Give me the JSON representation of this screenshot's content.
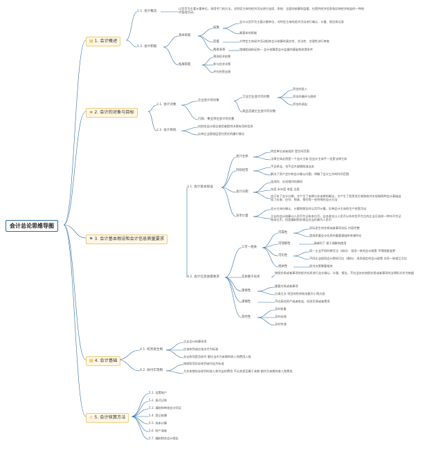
{
  "root": "会计总论思维导图",
  "s1": {
    "title": "1. 会计概述",
    "c1": "1.1. 会计概念",
    "c1_text": "以货币为主要计量单位，采用专门的方法，对特定主体的经济活动进行连续、系统、全面的核算和监督，在提供经济信息和反映经济效益的一种经济管理活动。",
    "c2": "1.2. 会计职能",
    "basic": "基本职能",
    "hesuan": "核算",
    "hesuan_t1": "会计以货币为主要计量单位，对特定主体的经济活动进行确认、计量、报告和记录",
    "hesuan_t2": "最基本的职能",
    "jiandu": "监督",
    "jiandu_t": "对特定主体经济活动相关会计核算的真实性、合法性、合理性进行审查",
    "relation": "两者关系",
    "relation_t": "相辅相成辩证统一 会计核算是会计监督的基础和前提条件",
    "expand": "拓展职能",
    "e1": "预测经济前景",
    "e2": "参与经济决策",
    "e3": "评价经营业绩"
  },
  "s2": {
    "title": "2. 会计的对象与目标",
    "c1": "2.1. 会计对象",
    "c1_a": "企业会计的对象",
    "c1_a1": "工业企业会计的对象",
    "c1_a1_1": "资金的投入",
    "c1_a1_2": "资金的循环与周转",
    "c1_a1_3": "资金的退出",
    "c1_a2": "商品流通企业会计的对象",
    "c1_b": "行政、事业单位会计的对象",
    "c2": "2.2. 会计目标",
    "c2_1": "向财务会计报告使用者提供决策有用的信息",
    "c2_2": "反映企业管理层受托责任的履行情况"
  },
  "s3": {
    "title": "3. 会计基本假设和会计信息质量要求",
    "c1": "3.1. 会计基本假设",
    "zhuti": "会计主体",
    "zhuti_1": "特定单位或者组织 是空间范围",
    "zhuti_2": "法律主体必然是一个会计主体 但会计主体不一定是法律主体",
    "chixu": "持续经营",
    "chixu_1": "不会停业，也不会大规模削减业务",
    "chixu_2": "解决了资产定价和会计确认问题，明确了会计工作的时间范围",
    "fenqi": "会计分期",
    "fenqi_1": "连续的、长短相同的期间",
    "fenqi_2": "年度 半年度 季度 月度",
    "fenqi_3": "由于有了会计分期，才产生了本期与非本期的概念，才产生了权责发生制和收付实现制两种会计基础出现了应收、应付、预收、预付等一些特殊的会计方法",
    "huobi": "货币计量",
    "huobi_1": "会计主体在确认、计量和报告时以货币计量，反映会计主体的生产经营活动",
    "huobi_2": "企业的会计核算以人民币为记账本位币，业务收支以人民币以外的货币为主的企业可选择一种外币为记账本位币，但是编制财务报告应当折算为人民币",
    "c2": "3.2. 会计信息质量要求",
    "sanke": "三可一相关",
    "kekao": "可靠性",
    "kekao_1": "实际发生的交易或者事项实际 内容完整",
    "kekao_2": "是高质量会计信息的重要基础和关键所在",
    "kelijie": "可理解性",
    "kelijie_1": "清晰明了 便于理解和使用",
    "kebi": "可比性",
    "kebi_1": "同一企业不同时期可比（纵向） 采用一致的会计政策 不得随意变更",
    "kebi_2": "不同企业相同会计期间可比（横向） 采用规定的会计政策 口径一致相互可比",
    "xiangguan": "相关性",
    "xiangguan_1": "经济决策需要相关",
    "shizhi": "实质重于形式",
    "shizhi_1": "按照交易或者事项的经济实质进行会计确认、计量、报告，不应当仅仅按照交易或者事项的法律形式作为依据",
    "zhongyao": "重要性",
    "zhongyao_1": "重要交易或者事项",
    "zhongyao_2": "分清主次 项目的性质和金额大小两方面",
    "jinshen": "谨慎性",
    "jinshen_1": "不应高估资产或者收益、低估负债或者费用",
    "jishi": "及时性",
    "jishi_1": "及时收集",
    "jishi_2": "及时处理",
    "jishi_3": "及时传递"
  },
  "s4": {
    "title": "4. 会计基础",
    "c1": "4.1. 权责发生制",
    "c1_1": "企业会计核算采用",
    "c1_2": "应该收到或应该支付为标准",
    "c1_3": "无论款项是否收付 都应当作为本期的收入和费用入账",
    "c2": "4.2. 收付实现制",
    "c2_1": "按照款项实际收到或付出为标准",
    "c2_2": "凡在本期实际收到的收入和付出的费用 不论其是否属于本期 都作为本期的收入和费用"
  },
  "s5": {
    "title": "5. 会计核算方法",
    "items": [
      "5.1. 设置账户",
      "5.2. 复式记账",
      "5.3. 填制和审核会计凭证",
      "5.4. 登记账簿",
      "5.5. 成本计算",
      "5.6. 财产清查",
      "5.7. 编制财务会计报告"
    ]
  },
  "colors": {
    "line": "#2b6aa0",
    "l1_border": "#f0c97a",
    "l1_bg": "#fff7e3"
  }
}
